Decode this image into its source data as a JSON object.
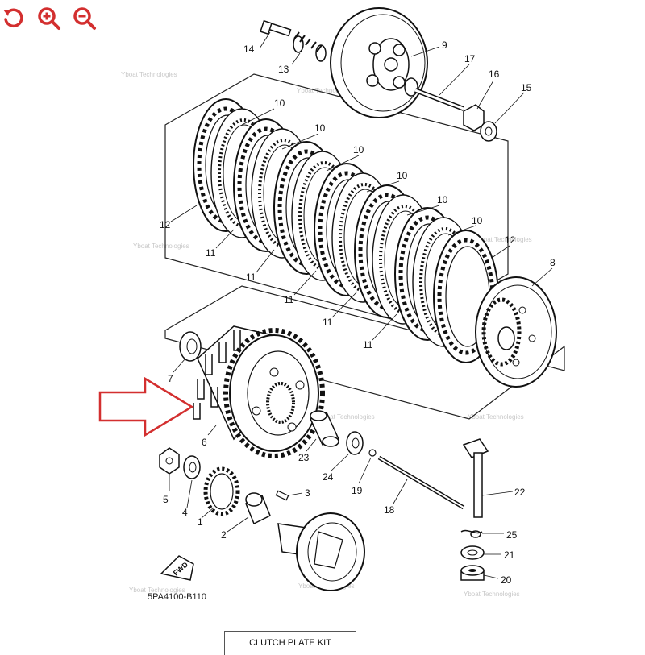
{
  "toolbar": {
    "reset_icon": "rotate-ccw-icon",
    "zoom_in_icon": "zoom-in-icon",
    "zoom_out_icon": "zoom-out-icon",
    "color": "#d32f2f"
  },
  "diagram": {
    "code": "5PA4100-B110",
    "fwd_label": "FWD",
    "watermark": "Yboat Technologies",
    "callouts": {
      "c1": "1",
      "c2": "2",
      "c3": "3",
      "c4": "4",
      "c5": "5",
      "c6": "6",
      "c7": "7",
      "c8": "8",
      "c9": "9",
      "c10": "10",
      "c11": "11",
      "c12": "12",
      "c13": "13",
      "c14": "14",
      "c15": "15",
      "c16": "16",
      "c17": "17",
      "c18": "18",
      "c19": "19",
      "c20": "20",
      "c21": "21",
      "c22": "22",
      "c23": "23",
      "c24": "24",
      "c25": "25"
    },
    "arrow_color": "#d32f2f"
  },
  "kit_box": {
    "label": "CLUTCH PLATE KIT"
  }
}
